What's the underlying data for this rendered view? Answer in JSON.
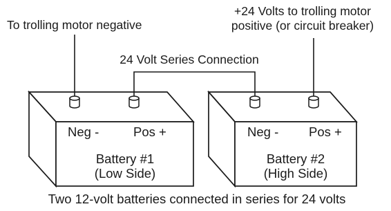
{
  "labels": {
    "trolling_negative": "To trolling motor negative",
    "trolling_positive_line1": "+24 Volts to trolling motor",
    "trolling_positive_line2": "positive (or circuit breaker)",
    "series_connection": "24 Volt Series Connection",
    "caption": "Two 12-volt batteries connected in series for 24 volts"
  },
  "batteries": [
    {
      "neg_label": "Neg -",
      "pos_label": "Pos +",
      "name": "Battery #1",
      "side": "(Low Side)"
    },
    {
      "neg_label": "Neg -",
      "pos_label": "Pos +",
      "name": "Battery #2",
      "side": "(High Side)"
    }
  ]
}
